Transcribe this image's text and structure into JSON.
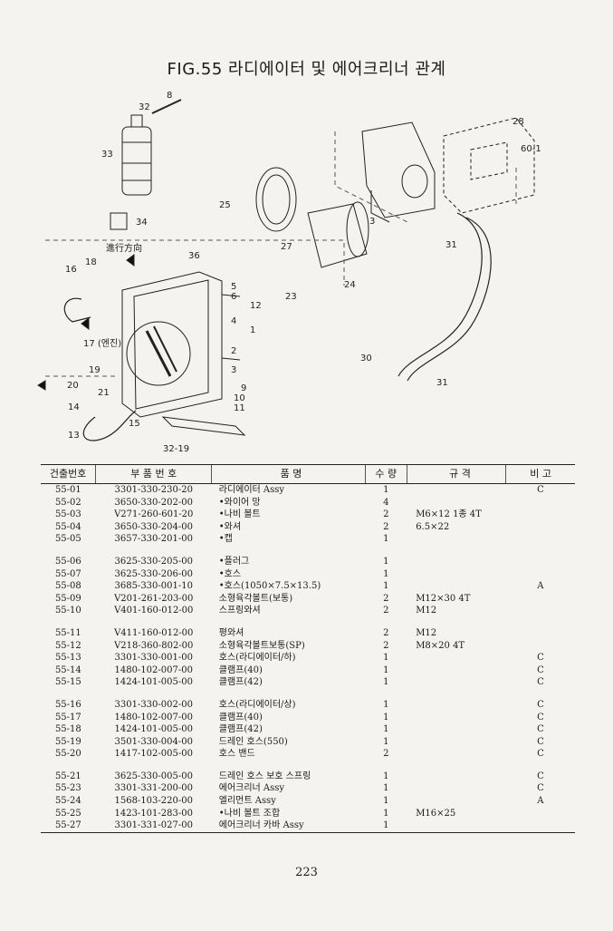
{
  "page_title": "FIG.55 라디에이터 및 에어크리너 관계",
  "diagram": {
    "callouts": [
      "32",
      "8",
      "33",
      "34",
      "28",
      "60-1",
      "25",
      "27",
      "3",
      "31",
      "24",
      "23",
      "進行方向",
      "36",
      "16",
      "18",
      "5",
      "12",
      "6",
      "4",
      "1",
      "2",
      "3",
      "17 (엔진)",
      "19",
      "20",
      "21",
      "9",
      "10",
      "11",
      "14",
      "15",
      "13",
      "32-19",
      "30",
      "31"
    ]
  },
  "table": {
    "headers": [
      "건출번호",
      "부 품 번 호",
      "품 명",
      "수 량",
      "규 격",
      "비 고"
    ],
    "rows": [
      {
        "no": "55-01",
        "part": "3301-330-230-20",
        "name": "라디에이터 Assy",
        "qty": "1",
        "spec": "",
        "remark": "C"
      },
      {
        "no": "55-02",
        "part": "3650-330-202-00",
        "name": "•와이어 망",
        "qty": "4",
        "spec": "",
        "remark": ""
      },
      {
        "no": "55-03",
        "part": "V271-260-601-20",
        "name": "•나비 볼트",
        "qty": "2",
        "spec": "M6×12 1종 4T",
        "remark": ""
      },
      {
        "no": "55-04",
        "part": "3650-330-204-00",
        "name": "•와셔",
        "qty": "2",
        "spec": "6.5×22",
        "remark": ""
      },
      {
        "no": "55-05",
        "part": "3657-330-201-00",
        "name": "•캡",
        "qty": "1",
        "spec": "",
        "remark": ""
      },
      {
        "gap": true
      },
      {
        "no": "55-06",
        "part": "3625-330-205-00",
        "name": "•플러그",
        "qty": "1",
        "spec": "",
        "remark": ""
      },
      {
        "no": "55-07",
        "part": "3625-330-206-00",
        "name": "•호스",
        "qty": "1",
        "spec": "",
        "remark": ""
      },
      {
        "no": "55-08",
        "part": "3685-330-001-10",
        "name": "•호스(1050×7.5×13.5)",
        "qty": "1",
        "spec": "",
        "remark": "A"
      },
      {
        "no": "55-09",
        "part": "V201-261-203-00",
        "name": "소형육각볼트(보통)",
        "qty": "2",
        "spec": "M12×30 4T",
        "remark": ""
      },
      {
        "no": "55-10",
        "part": "V401-160-012-00",
        "name": "스프링와셔",
        "qty": "2",
        "spec": "M12",
        "remark": ""
      },
      {
        "gap": true
      },
      {
        "no": "55-11",
        "part": "V411-160-012-00",
        "name": "평와셔",
        "qty": "2",
        "spec": "M12",
        "remark": ""
      },
      {
        "no": "55-12",
        "part": "V218-360-802-00",
        "name": "소형육각볼트보통(SP)",
        "qty": "2",
        "spec": "M8×20 4T",
        "remark": ""
      },
      {
        "no": "55-13",
        "part": "3301-330-001-00",
        "name": "호스(라디에이터/하)",
        "qty": "1",
        "spec": "",
        "remark": "C"
      },
      {
        "no": "55-14",
        "part": "1480-102-007-00",
        "name": "클램프(40)",
        "qty": "1",
        "spec": "",
        "remark": "C"
      },
      {
        "no": "55-15",
        "part": "1424-101-005-00",
        "name": "클램프(42)",
        "qty": "1",
        "spec": "",
        "remark": "C"
      },
      {
        "gap": true
      },
      {
        "no": "55-16",
        "part": "3301-330-002-00",
        "name": "호스(라디에이터/상)",
        "qty": "1",
        "spec": "",
        "remark": "C"
      },
      {
        "no": "55-17",
        "part": "1480-102-007-00",
        "name": "클램프(40)",
        "qty": "1",
        "spec": "",
        "remark": "C"
      },
      {
        "no": "55-18",
        "part": "1424-101-005-00",
        "name": "클램프(42)",
        "qty": "1",
        "spec": "",
        "remark": "C"
      },
      {
        "no": "55-19",
        "part": "3501-330-004-00",
        "name": "드레인 호스(550)",
        "qty": "1",
        "spec": "",
        "remark": "C"
      },
      {
        "no": "55-20",
        "part": "1417-102-005-00",
        "name": "호스 밴드",
        "qty": "2",
        "spec": "",
        "remark": "C"
      },
      {
        "gap": true
      },
      {
        "no": "55-21",
        "part": "3625-330-005-00",
        "name": "드레인 호스 보호 스프링",
        "qty": "1",
        "spec": "",
        "remark": "C"
      },
      {
        "no": "55-23",
        "part": "3301-331-200-00",
        "name": "에어크리너 Assy",
        "qty": "1",
        "spec": "",
        "remark": "C"
      },
      {
        "no": "55-24",
        "part": "1568-103-220-00",
        "name": "엘리먼트 Assy",
        "qty": "1",
        "spec": "",
        "remark": "A"
      },
      {
        "no": "55-25",
        "part": "1423-101-283-00",
        "name": "•나비 볼트 조합",
        "qty": "1",
        "spec": "M16×25",
        "remark": ""
      },
      {
        "no": "55-27",
        "part": "3301-331-027-00",
        "name": "에어크리너 카바 Assy",
        "qty": "1",
        "spec": "",
        "remark": ""
      }
    ]
  },
  "page_number": "223"
}
